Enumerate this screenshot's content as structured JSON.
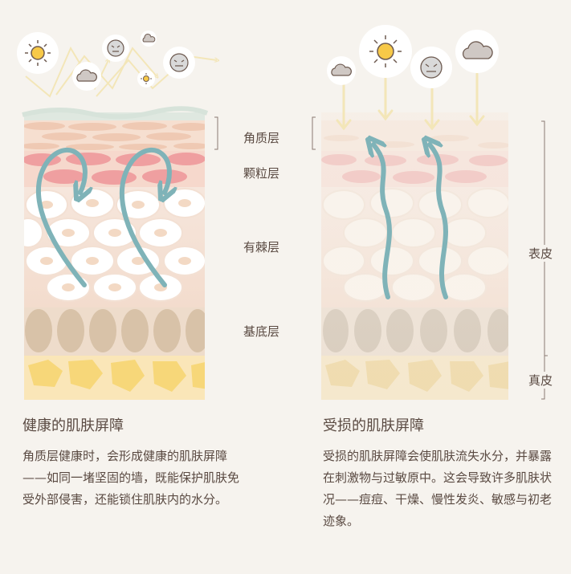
{
  "layers": {
    "stratum_corneum": "角质层",
    "granular": "颗粒层",
    "spinous": "有棘层",
    "basal": "基底层"
  },
  "regions": {
    "epidermis": "表皮",
    "dermis": "真皮"
  },
  "healthy": {
    "title": "健康的肌肤屏障",
    "desc": "角质层健康时，会形成健康的肌肤屏障——如同一堵坚固的墙，既能保护肌肤免受外部侵害，还能锁住肌肤内的水分。"
  },
  "damaged": {
    "title": "受损的肌肤屏障",
    "desc": "受损的肌肤屏障会使肌肤流失水分，并暴露在刺激物与过敏原中。这会导致许多肌肤状况——痘痘、干燥、慢性发炎、敏感与初老迹象。"
  },
  "icons": [
    "sun-icon",
    "cloud-icon",
    "dizzy-face-icon"
  ],
  "colors": {
    "arrow": "#7fb3b8",
    "sun": "#f7c948",
    "granular": "#ef9fa0",
    "basal": "#d8c2a8",
    "dermis": "#f7d779"
  }
}
